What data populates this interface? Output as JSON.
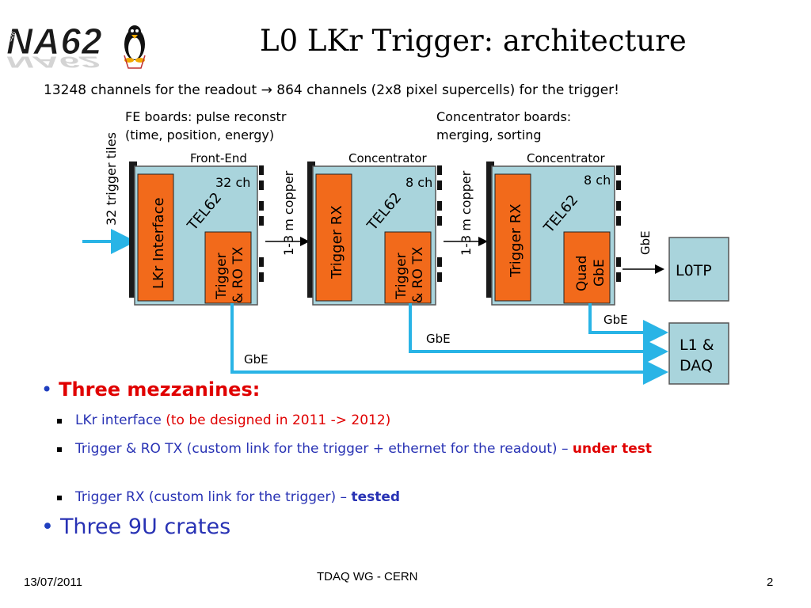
{
  "logo": {
    "text": "NA62",
    "small_text": "P326"
  },
  "title": "L0 LKr Trigger: architecture",
  "subtitle": "13248 channels for the readout → 864 channels (2x8 pixel supercells) for the trigger!",
  "annotations": {
    "fe_line1": "FE boards: pulse reconstr",
    "fe_line2": "(time, position, energy)",
    "conc_line1": "Concentrator boards:",
    "conc_line2": "merging, sorting"
  },
  "diagram": {
    "input_label": "32 trigger tiles",
    "copper_label": "1-3 m copper",
    "boards": [
      {
        "header": "Front-End",
        "board": "TEL62",
        "channels": "32 ch",
        "left_mezz": "LKr Interface",
        "right_mezz": [
          "Trigger",
          "& RO TX"
        ]
      },
      {
        "header": "Concentrator",
        "board": "TEL62",
        "channels": "8 ch",
        "left_mezz": "Trigger RX",
        "right_mezz": [
          "Trigger",
          "& RO TX"
        ]
      },
      {
        "header": "Concentrator",
        "board": "TEL62",
        "channels": "8 ch",
        "left_mezz": "Trigger RX",
        "right_mezz": [
          "Quad",
          "GbE"
        ]
      }
    ],
    "gbe_label": "GbE",
    "l0tp": "L0TP",
    "daq": [
      "L1 &",
      "DAQ"
    ]
  },
  "bullets": {
    "main1": "Three mezzanines:",
    "sub1_a": "LKr interface ",
    "sub1_b": "(to be designed in 2011 -> 2012)",
    "sub2_a": "Trigger & RO TX (custom link for the trigger + ethernet for the readout) – ",
    "sub2_b": "under test",
    "sub3_a": "Trigger RX (custom link for the trigger) – ",
    "sub3_b": "tested",
    "main2": "Three 9U crates"
  },
  "footer": {
    "date": "13/07/2011",
    "center": "TDAQ WG - CERN",
    "page": "2"
  },
  "colors": {
    "orange": "#f26a1b",
    "board": "#a9d4dc",
    "arrow": "#29b4e6",
    "title_red": "#e00000",
    "text_blue": "#2832b4"
  }
}
